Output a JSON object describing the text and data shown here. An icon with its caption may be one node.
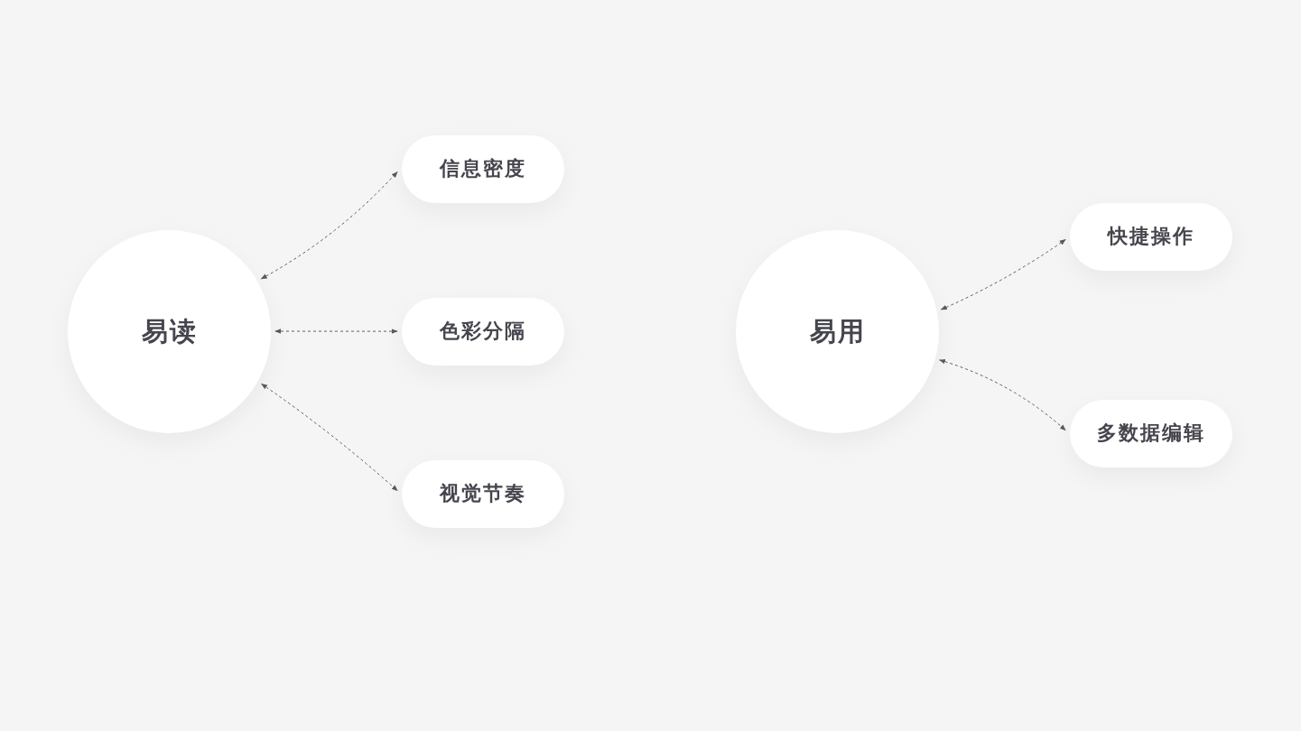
{
  "diagram": {
    "nodes": [
      {
        "text": [
          "易读"
        ]
      },
      {
        "text": [
          "信息密度"
        ]
      },
      {
        "text": [
          "色彩分隔"
        ]
      },
      {
        "text": [
          "视觉节奏"
        ]
      },
      {
        "text": [
          "易用"
        ]
      },
      {
        "text": [
          "快捷操作"
        ]
      },
      {
        "text": [
          "多数据编辑"
        ]
      }
    ],
    "edges": [
      {
        "from": 0,
        "to": 1,
        "arrow": "both",
        "style": "dashed"
      },
      {
        "from": 0,
        "to": 2,
        "arrow": "both",
        "style": "dashed"
      },
      {
        "from": 0,
        "to": 3,
        "arrow": "both",
        "style": "dashed"
      },
      {
        "from": 4,
        "to": 5,
        "arrow": "both",
        "style": "dashed"
      },
      {
        "from": 4,
        "to": 6,
        "arrow": "both",
        "style": "dashed"
      }
    ]
  }
}
